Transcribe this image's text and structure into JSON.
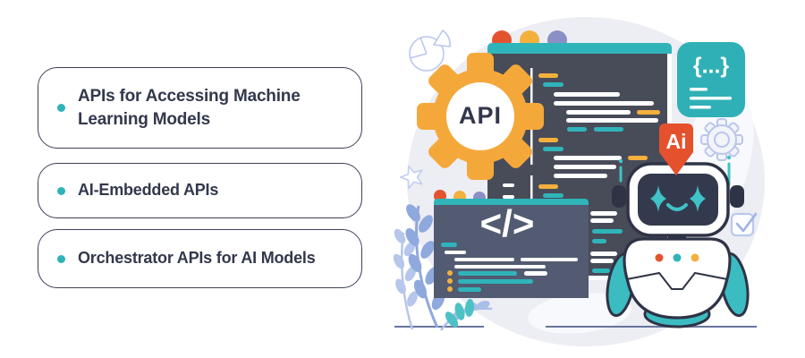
{
  "cards": {
    "items": [
      {
        "label": "APIs for Accessing Machine Learning Models"
      },
      {
        "label": "AI-Embedded APIs"
      },
      {
        "label": "Orchestrator APIs for AI Models"
      }
    ]
  },
  "illustration": {
    "api_gear_label": "API",
    "braces_badge_label": "{...}",
    "code_tag_label": "</>",
    "ai_badge_label": "Ai"
  },
  "colors": {
    "teal": "#2fb4ba",
    "red_orange": "#e4532f",
    "amber": "#f3b03d",
    "gear_orange": "#f5a83a",
    "periwinkle_dot": "#8a8fc5",
    "navy": "#2f3346",
    "window_dark": "#484c59",
    "window_slate": "#525b71",
    "light_circle": "#ededf4",
    "outline_blue": "#b9c6ea",
    "plant_blue": "#8fa9de",
    "card_border": "#3c4156",
    "card_text": "#33384c",
    "bullet": "#2eb3b9"
  }
}
